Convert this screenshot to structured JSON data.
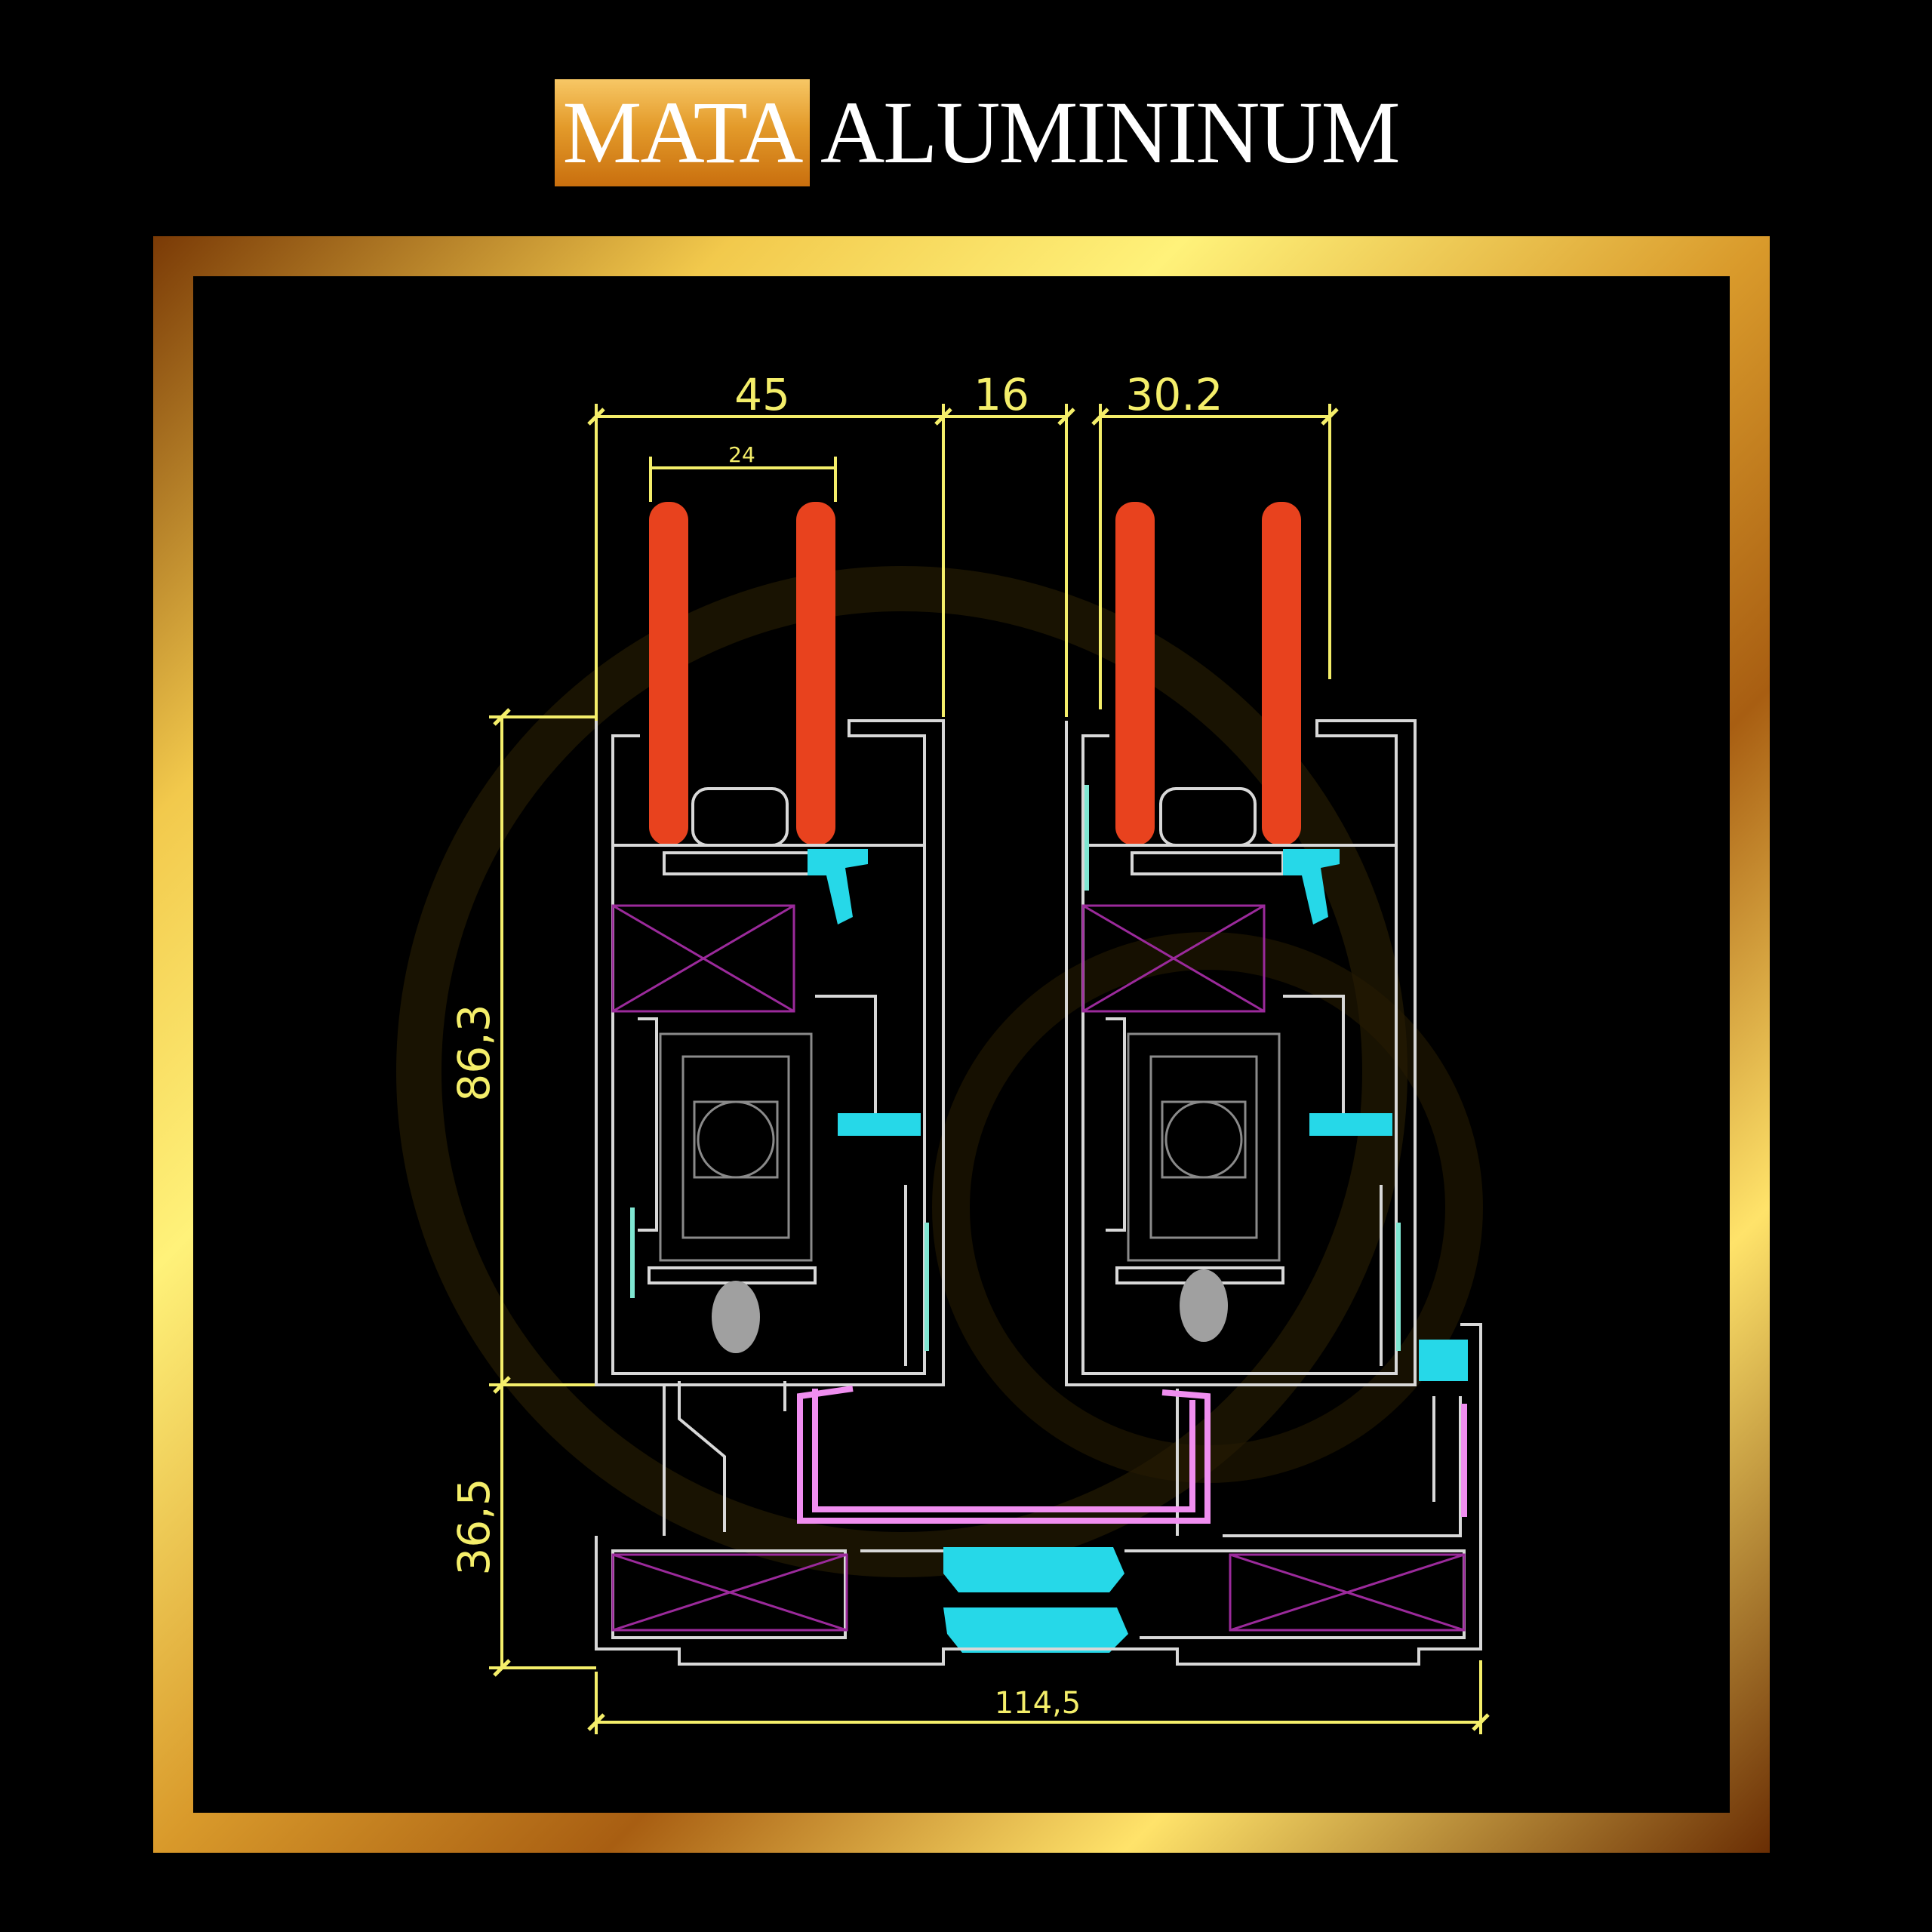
{
  "brand": {
    "highlight": "MATA",
    "rest": "ALUMININUM"
  },
  "colors": {
    "glass": "#e8421e",
    "dimension": "#f4ee6a",
    "outline": "#d8d8d8",
    "thermal_break": "#26d8e8",
    "gasket": "#f08ef0",
    "insulation": "#9b2a9b"
  },
  "dimensions": {
    "sash_width": "45",
    "gap": "16",
    "sash_width_right": "30.2",
    "glass_width": "24",
    "sash_height": "86,3",
    "frame_height": "36,5",
    "total_width": "114,5"
  }
}
